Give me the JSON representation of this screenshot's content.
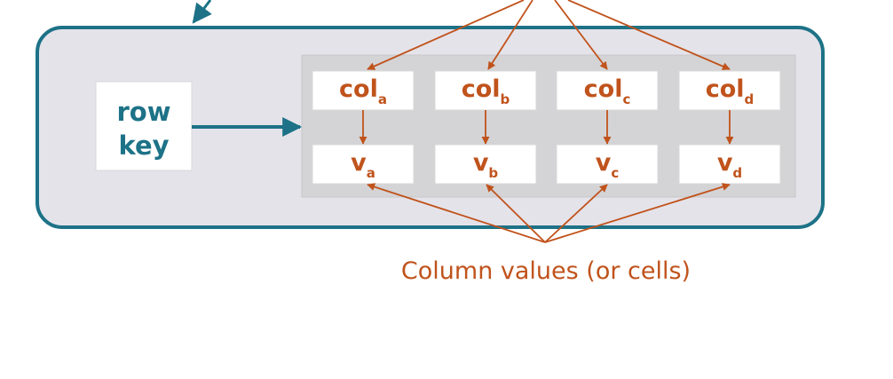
{
  "row_key": {
    "line1": "row",
    "line2": "key"
  },
  "columns": [
    {
      "base": "col",
      "sub": "a"
    },
    {
      "base": "col",
      "sub": "b"
    },
    {
      "base": "col",
      "sub": "c"
    },
    {
      "base": "col",
      "sub": "d"
    }
  ],
  "values": [
    {
      "base": "v",
      "sub": "a"
    },
    {
      "base": "v",
      "sub": "b"
    },
    {
      "base": "v",
      "sub": "c"
    },
    {
      "base": "v",
      "sub": "d"
    }
  ],
  "caption": "Column values (or cells)",
  "colors": {
    "teal": "#1d7287",
    "orange": "#c0531c",
    "row_fill": "#e5e3ea",
    "panel_fill": "#d4d4d6"
  }
}
